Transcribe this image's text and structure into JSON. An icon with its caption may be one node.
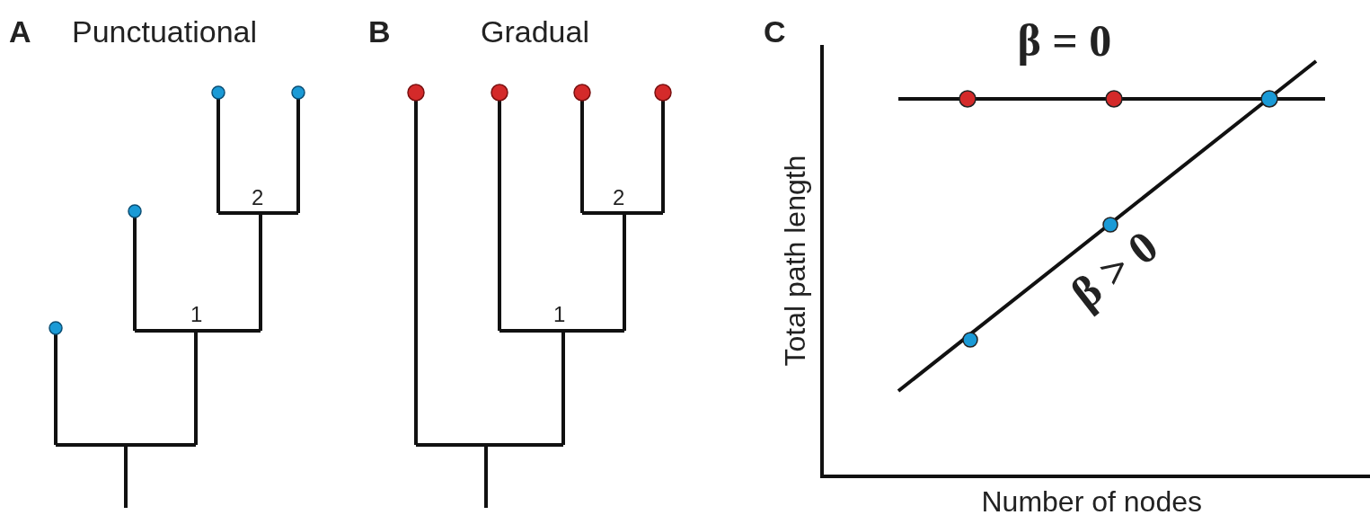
{
  "diagram": {
    "labels": [
      "A",
      "Punctuational",
      "B",
      "Gradual",
      "C",
      "2",
      "1",
      "2",
      "1",
      "β = 0",
      "β > 0",
      "Total path length",
      "Number of nodes"
    ]
  }
}
